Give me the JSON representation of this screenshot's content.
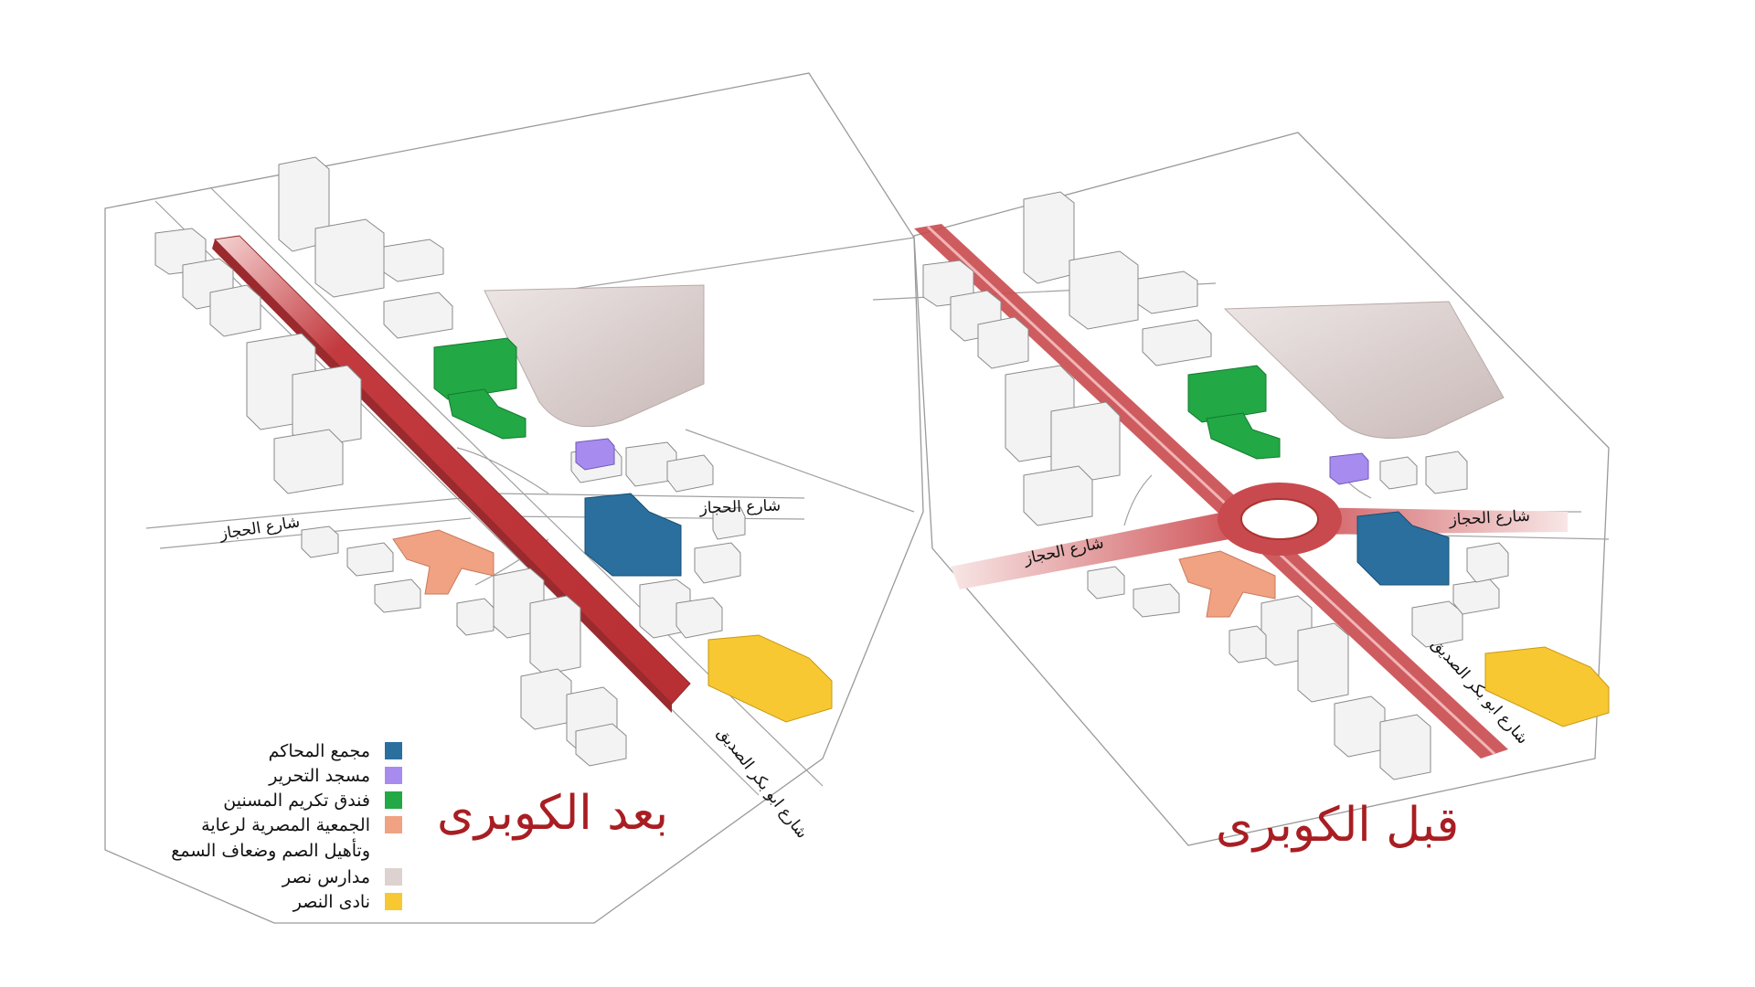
{
  "panels": {
    "after": {
      "title": "بعد الكوبرى"
    },
    "before": {
      "title": "قبل الكوبرى"
    }
  },
  "streets": {
    "hegaz": "شارع الحجاز",
    "abu_bakr": "شارع ابو بكر الصديق"
  },
  "legend": [
    {
      "label": "مجمع المحاكم",
      "color": "#2a6f9e"
    },
    {
      "label": "مسجد التحرير",
      "color": "#a78bef"
    },
    {
      "label": "فندق تكريم المسنين",
      "color": "#22a845"
    },
    {
      "label": "الجمعية المصرية لرعاية",
      "label_cont": "وتأهيل الصم وضعاف السمع",
      "color": "#f0a282"
    },
    {
      "label": "مدارس نصر",
      "color": "#ddd2d0"
    },
    {
      "label": "نادى النصر",
      "color": "#f8c832"
    }
  ],
  "colors": {
    "bridge": "#c23a3e",
    "outline": "#8a8a8a",
    "block": "#f2f2f2"
  }
}
